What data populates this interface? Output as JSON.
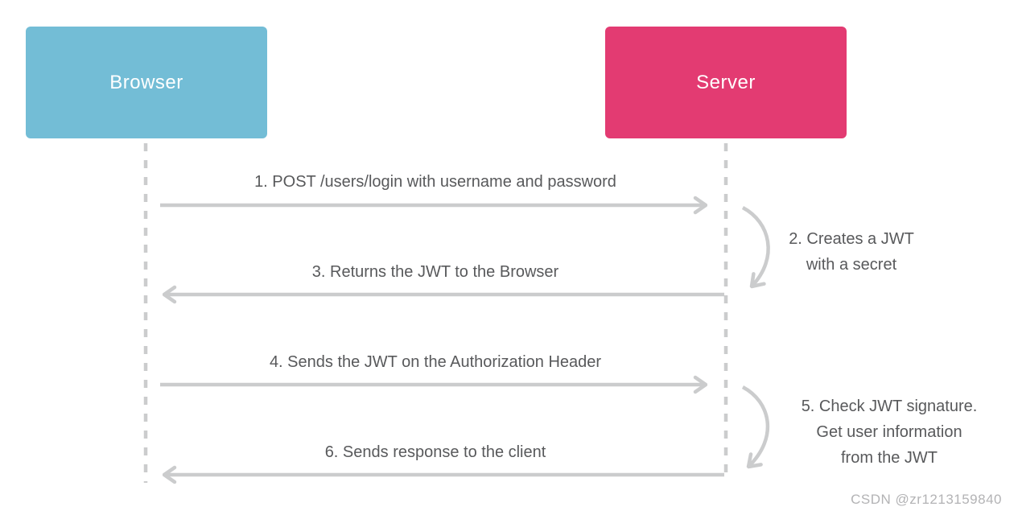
{
  "colors": {
    "browser_box": "#73bdd6",
    "server_box": "#e33b72",
    "arrow": "#cbcccd",
    "text": "#58595b",
    "watermark": "#b3b3b5"
  },
  "actors": {
    "browser": {
      "label": "Browser"
    },
    "server": {
      "label": "Server"
    }
  },
  "messages": {
    "m1": {
      "label": "1. POST /users/login with username and password",
      "direction": "browser-to-server"
    },
    "m2": {
      "line1": "2. Creates a JWT",
      "line2": "with a secret",
      "type": "server-self-action"
    },
    "m3": {
      "label": "3. Returns the JWT to the Browser",
      "direction": "server-to-browser"
    },
    "m4": {
      "label": "4. Sends the JWT on the Authorization Header",
      "direction": "browser-to-server"
    },
    "m5": {
      "line1": "5. Check JWT signature.",
      "line2": "Get user information",
      "line3": "from the JWT",
      "type": "server-self-action"
    },
    "m6": {
      "label": "6. Sends response to the client",
      "direction": "server-to-browser"
    }
  },
  "watermark": "CSDN @zr1213159840"
}
